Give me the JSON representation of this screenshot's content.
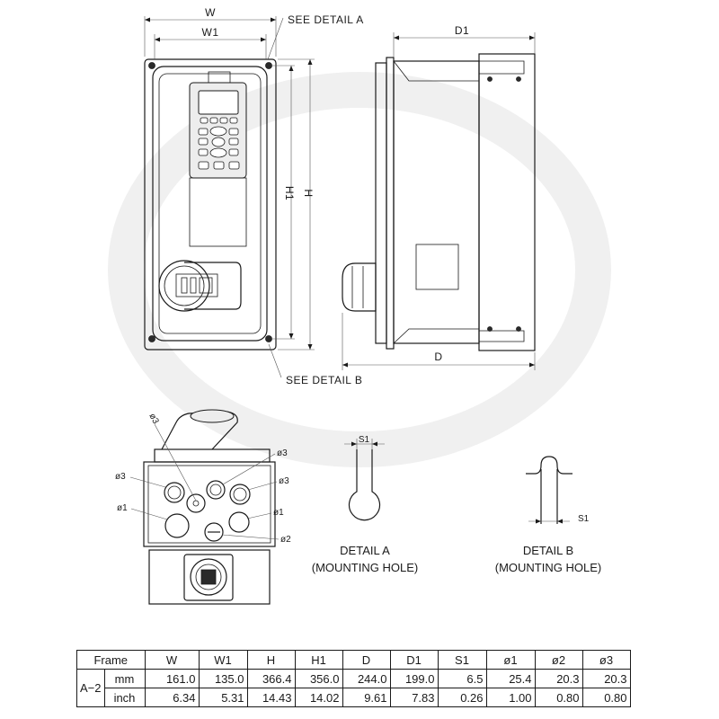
{
  "drawing": {
    "front_view": {
      "dims": {
        "w": "W",
        "w1": "W1",
        "h": "H",
        "h1": "H1"
      },
      "callouts": {
        "detail_a_ref": "SEE DETAIL A",
        "detail_b_ref": "SEE DETAIL B"
      }
    },
    "side_view": {
      "dims": {
        "d1": "D1",
        "d": "D"
      }
    },
    "bottom_view": {
      "holes": [
        {
          "label": "ø3"
        },
        {
          "label": "ø3"
        },
        {
          "label": "ø3"
        },
        {
          "label": "ø3"
        },
        {
          "label": "ø1"
        },
        {
          "label": "ø1"
        },
        {
          "label": "ø2"
        }
      ]
    },
    "detail_a": {
      "dim": "S1",
      "title": "DETAIL A",
      "subtitle": "(MOUNTING HOLE)"
    },
    "detail_b": {
      "dim": "S1",
      "title": "DETAIL B",
      "subtitle": "(MOUNTING HOLE)"
    }
  },
  "table": {
    "corner_label": "Frame",
    "columns": [
      "W",
      "W1",
      "H",
      "H1",
      "D",
      "D1",
      "S1",
      "ø1",
      "ø2",
      "ø3"
    ],
    "frame": "A−2",
    "rows": [
      {
        "unit": "mm",
        "values": [
          "161.0",
          "135.0",
          "366.4",
          "356.0",
          "244.0",
          "199.0",
          "6.5",
          "25.4",
          "20.3",
          "20.3"
        ]
      },
      {
        "unit": "inch",
        "values": [
          "6.34",
          "5.31",
          "14.43",
          "14.02",
          "9.61",
          "7.83",
          "0.26",
          "1.00",
          "0.80",
          "0.80"
        ]
      }
    ]
  }
}
